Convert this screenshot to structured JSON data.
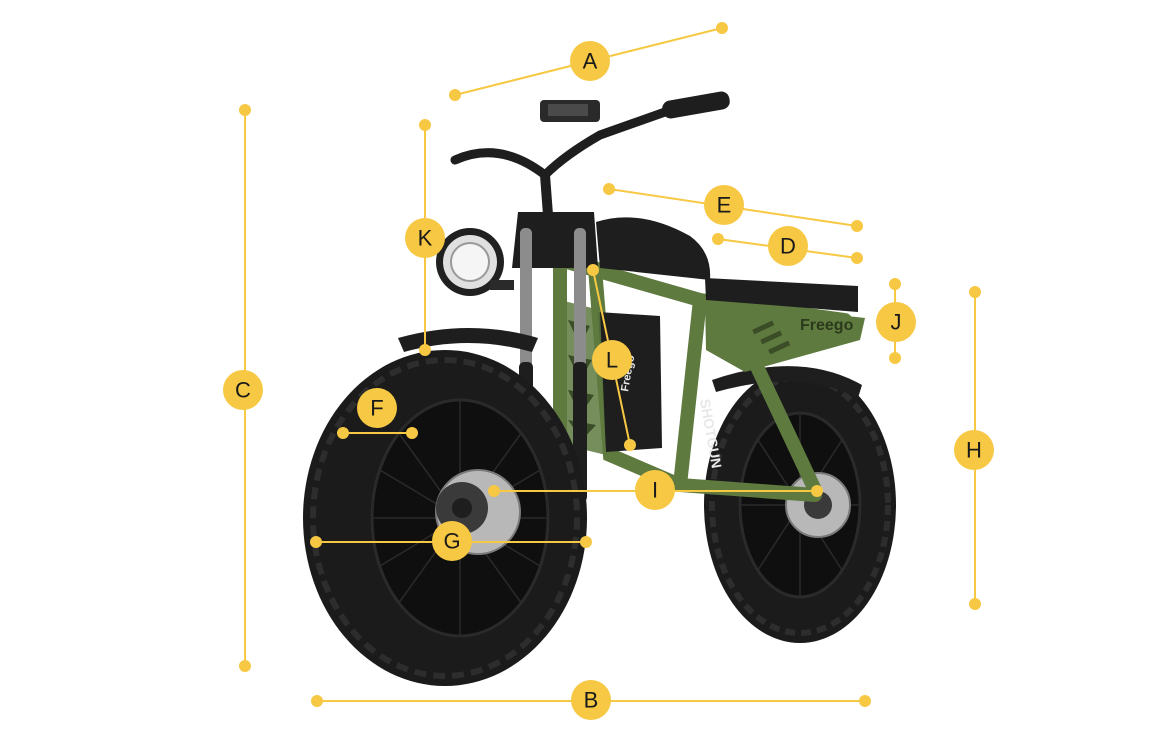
{
  "diagram": {
    "subject": "electric-bike-dimensions",
    "accent_color": "#f7c843",
    "frame_color": "#5e7a3f",
    "labels": {
      "A": "A",
      "B": "B",
      "C": "C",
      "D": "D",
      "E": "E",
      "F": "F",
      "G": "G",
      "H": "H",
      "I": "I",
      "J": "J",
      "K": "K",
      "L": "L"
    },
    "brand": {
      "logo_text": "Freego",
      "model_text": "SHOTGUN"
    }
  }
}
